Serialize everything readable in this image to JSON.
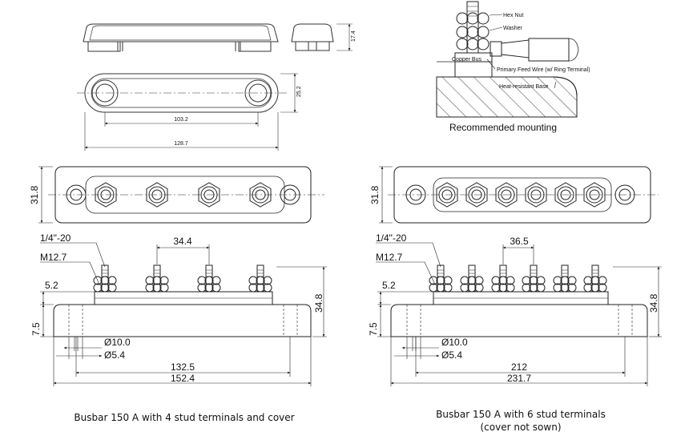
{
  "colors": {
    "line": "#222222",
    "hatch": "#444444",
    "text": "#111111"
  },
  "cover": {
    "height_label": "17.4",
    "width_label": "25.2",
    "inner_len_label": "103.2",
    "outer_len_label": "128.7"
  },
  "mounting": {
    "labels": {
      "hex_nut": "Hex Nut",
      "washer": "Washer",
      "copper_bus": "Copper Bus",
      "feed_wire": "Primary Feed Wire (w/ Ring Terminal)",
      "base": "Heat-resistant Base"
    },
    "caption": "Recommended mounting"
  },
  "busbar4": {
    "height": "31.8",
    "thread": "1/4\"-20",
    "nut": "M12.7",
    "pitch": "34.4",
    "shoulder": "5.2",
    "base_h": "7.5",
    "total_h": "34.8",
    "hole_d": "Ø10.0",
    "hole_small": "Ø5.4",
    "hole_spacing": "132.5",
    "length": "152.4",
    "caption": "Busbar 150 A with 4 stud terminals and cover"
  },
  "busbar6": {
    "height": "31.8",
    "thread": "1/4\"-20",
    "nut": "M12.7",
    "pitch": "36.5",
    "shoulder": "5.2",
    "base_h": "7.5",
    "total_h": "34.8",
    "hole_d": "Ø10.0",
    "hole_small": "Ø5.4",
    "hole_spacing": "212",
    "length": "231.7",
    "caption_line1": "Busbar 150 A with 6 stud terminals",
    "caption_line2": "(cover not sown)"
  }
}
